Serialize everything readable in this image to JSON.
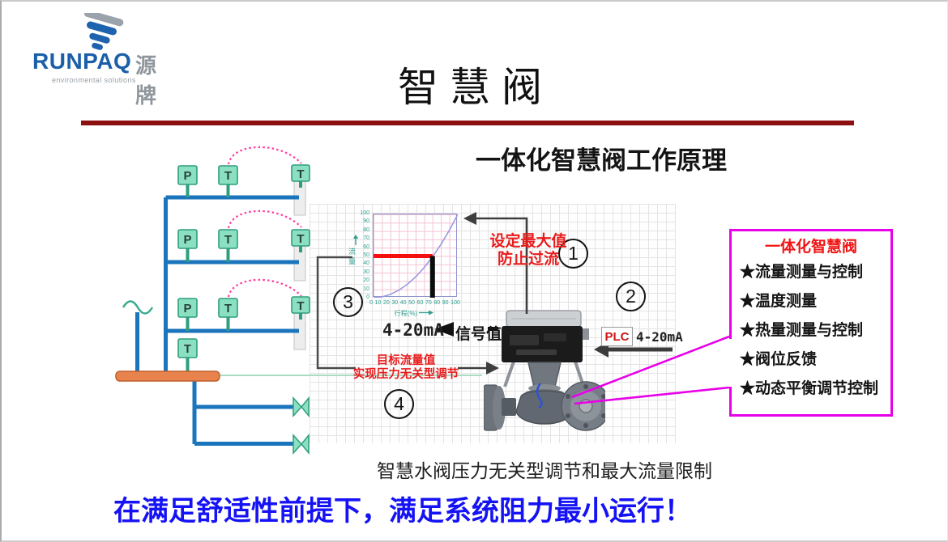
{
  "logo": {
    "brand": "RUNPAQ",
    "brand_cn": "源牌",
    "tagline": "environmental solutions"
  },
  "title": "智慧阀",
  "diagram": {
    "heading": "一体化智慧阀工作原理",
    "caption": "智慧水阀压力无关型调节和最大流量限制",
    "sensors": {
      "p_label": "P",
      "t_label": "T"
    },
    "chart": {
      "type": "line",
      "xlabel": "行程(%)",
      "ylabel": "流量",
      "xlim": [
        0,
        100
      ],
      "ylim": [
        0,
        100
      ],
      "ticks": [
        0,
        10,
        20,
        30,
        40,
        50,
        60,
        70,
        80,
        90,
        100
      ],
      "curve_points": [
        [
          0,
          0
        ],
        [
          10,
          1
        ],
        [
          20,
          4
        ],
        [
          30,
          9
        ],
        [
          40,
          16
        ],
        [
          50,
          25
        ],
        [
          60,
          36
        ],
        [
          70,
          49
        ],
        [
          80,
          64
        ],
        [
          90,
          81
        ],
        [
          100,
          100
        ]
      ],
      "red_limit_line": {
        "y": 50,
        "x_from": 0,
        "x_to": 70
      },
      "black_travel_line": {
        "x": 70,
        "y_from": 0,
        "y_to": 50
      }
    },
    "annotations": {
      "max_note_line1": "设定最大值",
      "max_note_line2": "防止过流",
      "signal_range": "4-20mA",
      "signal_label": "信号值",
      "target_line1": "目标流量值",
      "target_line2": "实现压力无关型调节",
      "plc_label": "PLC",
      "plc_signal": "4-20mA",
      "steps": [
        "1",
        "2",
        "3",
        "4"
      ]
    },
    "feature_box": {
      "title": "一体化智慧阀",
      "items": [
        "★流量测量与控制",
        "★温度测量",
        "★热量测量与控制",
        "★阀位反馈",
        "★动态平衡调节控制"
      ]
    }
  },
  "footer": {
    "statement": "在满足舒适性前提下，满足系统阻力最小运行！"
  },
  "colors": {
    "divider_maroon": "#8c1010",
    "pipe_blue": "#1b75bc",
    "sensor_green_fill": "#8ce0c2",
    "sensor_green_border": "#2e9e7e",
    "pink_dotted": "#ff3d9e",
    "orange_header": "#e8834d",
    "magenta_accent": "#e800e8",
    "note_red": "#e81c1c",
    "statement_blue": "#1512f5",
    "axis_teal": "#2e9e8e",
    "curve_purple": "#9a9ade"
  }
}
